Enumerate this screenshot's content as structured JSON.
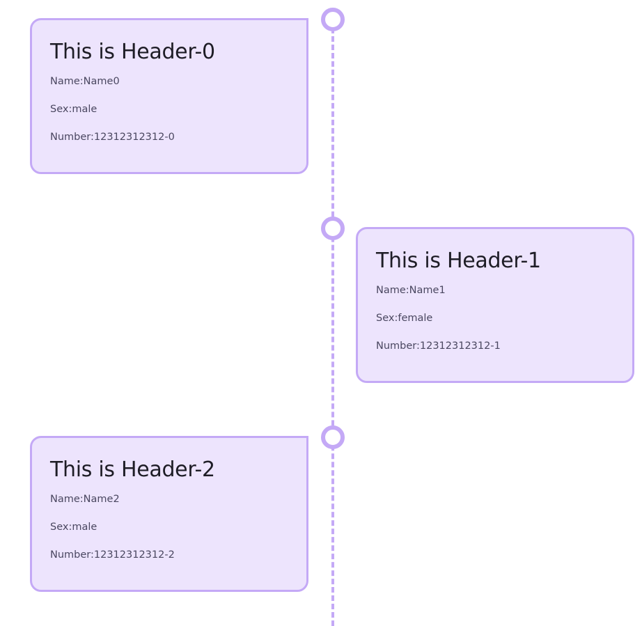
{
  "timeline": {
    "accent_color": "#c4a9f6",
    "card_background": "#ede4fd",
    "entries": [
      {
        "header": "This is Header-0",
        "name": "Name:Name0",
        "sex": "Sex:male",
        "number": "Number:12312312312-0",
        "side": "left"
      },
      {
        "header": "This is Header-1",
        "name": "Name:Name1",
        "sex": "Sex:female",
        "number": "Number:12312312312-1",
        "side": "right"
      },
      {
        "header": "This is Header-2",
        "name": "Name:Name2",
        "sex": "Sex:male",
        "number": "Number:12312312312-2",
        "side": "left"
      }
    ]
  }
}
